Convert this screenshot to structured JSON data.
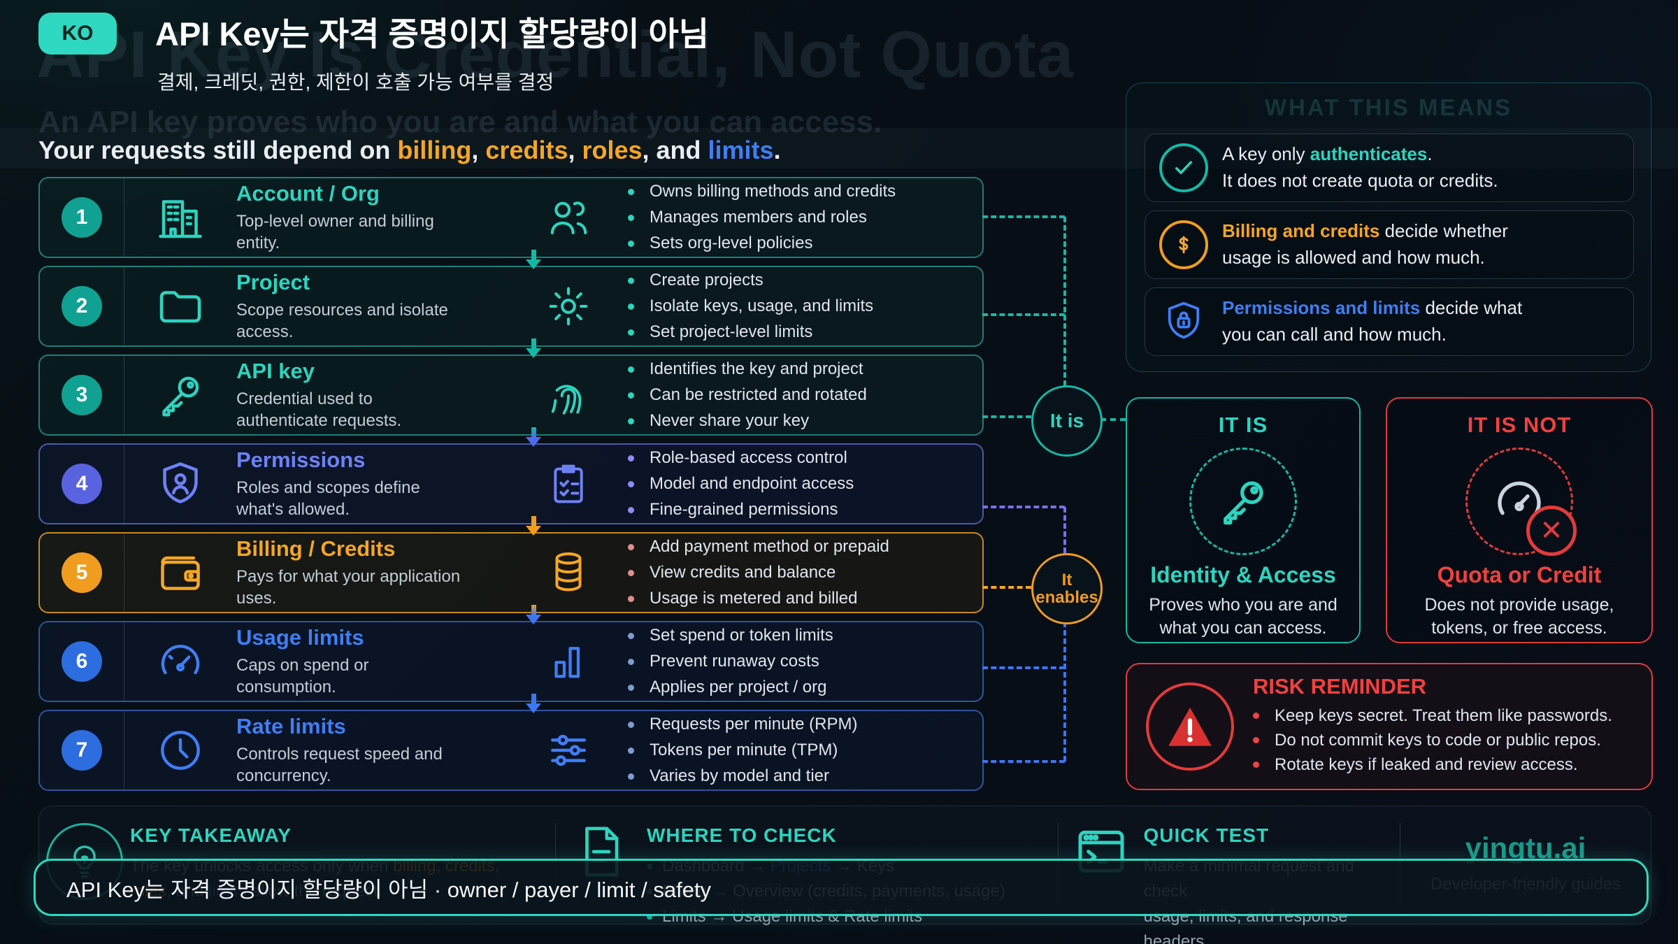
{
  "colors": {
    "teal": "#2dd4bf",
    "orange": "#f5a623",
    "blue": "#3f7ef5",
    "indigo": "#6e82f5",
    "red": "#f0413f"
  },
  "header": {
    "badge": "KO",
    "title": "API Key는 자격 증명이지 할당량이 아님",
    "subtitle": "결제, 크레딧, 권한, 제한이 호출 가능 여부를 결정",
    "ghost_title": "API Key Is Credential, Not Quota",
    "ghost_subtitle": "An API key proves who you are and what you can access.",
    "tagline": {
      "prefix": "Your requests still depend on ",
      "billing": "billing",
      "sep1": ", ",
      "credits": "credits",
      "sep2": ", ",
      "roles": "roles",
      "sep3": ", and ",
      "limits": "limits",
      "period": "."
    }
  },
  "rows": [
    {
      "num": "1",
      "title": "Account / Org",
      "desc": "Top-level owner and billing entity.",
      "icon_left": "building-icon",
      "icon_right": "users-icon",
      "bullets": [
        "Owns billing methods and credits",
        "Manages members and roles",
        "Sets org-level policies"
      ]
    },
    {
      "num": "2",
      "title": "Project",
      "desc": "Scope resources and isolate access.",
      "icon_left": "folder-icon",
      "icon_right": "gear-icon",
      "bullets": [
        "Create projects",
        "Isolate keys, usage, and limits",
        "Set project-level limits"
      ]
    },
    {
      "num": "3",
      "title": "API key",
      "desc": "Credential used to authenticate requests.",
      "icon_left": "key-icon",
      "icon_right": "fingerprint-icon",
      "bullets": [
        "Identifies the key and project",
        "Can be restricted and rotated",
        "Never share your key"
      ]
    },
    {
      "num": "4",
      "title": "Permissions",
      "desc": "Roles and scopes define what's allowed.",
      "icon_left": "shield-user-icon",
      "icon_right": "checklist-icon",
      "bullets": [
        "Role-based access control",
        "Model and endpoint access",
        "Fine-grained permissions"
      ]
    },
    {
      "num": "5",
      "title": "Billing / Credits",
      "desc": "Pays for what your application uses.",
      "icon_left": "wallet-icon",
      "icon_right": "coins-icon",
      "bullets": [
        "Add payment method or prepaid",
        "View credits and balance",
        "Usage is metered and billed"
      ]
    },
    {
      "num": "6",
      "title": "Usage limits",
      "desc": "Caps on spend or consumption.",
      "icon_left": "gauge-icon",
      "icon_right": "bar-chart-icon",
      "bullets": [
        "Set spend or token limits",
        "Prevent runaway costs",
        "Applies per project / org"
      ]
    },
    {
      "num": "7",
      "title": "Rate limits",
      "desc": "Controls request speed and concurrency.",
      "icon_left": "clock-icon",
      "icon_right": "sliders-icon",
      "bullets": [
        "Requests per minute (RPM)",
        "Tokens per minute (TPM)",
        "Varies by model and tier"
      ]
    }
  ],
  "connectors": {
    "it_is": "It is",
    "it_enables_line1": "It",
    "it_enables_line2": "enables"
  },
  "what_this_means": {
    "heading": "WHAT THIS MEANS",
    "cards": [
      {
        "icon": "check-circle-icon",
        "pre": "A key only ",
        "em": "authenticates",
        "post": ".",
        "line2": "It does not create quota or credits."
      },
      {
        "icon": "dollar-circle-icon",
        "pre": "",
        "em": "Billing and credits",
        "post": " decide whether",
        "line2": "usage is allowed and how much."
      },
      {
        "icon": "shield-lock-icon",
        "pre": "",
        "em": "Permissions and limits",
        "post": " decide what",
        "line2": "you can call and how much."
      }
    ]
  },
  "it_is_panel": {
    "heading": "IT IS",
    "icon": "key-icon",
    "title": "Identity & Access",
    "desc": "Proves who you are and what you can access."
  },
  "it_is_not_panel": {
    "heading": "IT IS NOT",
    "icon": "gauge-x-icon",
    "x_glyph": "✕",
    "title": "Quota or Credit",
    "desc": "Does not provide usage, tokens, or free access."
  },
  "risk": {
    "heading": "RISK REMINDER",
    "icon": "warning-icon",
    "bullets": [
      "Keep keys secret. Treat them like passwords.",
      "Do not commit keys to code or public repos.",
      "Rotate keys if leaked and review access."
    ]
  },
  "footer": {
    "takeaway": {
      "heading": "KEY TAKEAWAY",
      "icon": "bulb-icon",
      "line1_pre": "The key unlocks access only when ",
      "billing": "billing",
      "sep1": ", ",
      "credits": "credits",
      "sep2": ",",
      "roles": "roles",
      "mid": ", and ",
      "limits": "limits",
      "line2_post": " allow the request."
    },
    "where": {
      "heading": "WHERE TO CHECK",
      "icon": "document-icon",
      "b1_pre": "Dashboard → ",
      "b1_em": "Projects",
      "b1_post": " → Keys",
      "b2": "Billing → Overview (credits, payments, usage)",
      "b3": "Limits → Usage limits & Rate limits"
    },
    "quick": {
      "heading": "QUICK TEST",
      "icon": "terminal-icon",
      "line1": "Make a minimal request and check",
      "line2": "usage, limits, and response headers."
    },
    "brand": {
      "name": "yingtu.ai",
      "tagline": "Developer-friendly guides"
    }
  },
  "overlay": {
    "text": "API Key는 자격 증명이지 할당량이 아님 · owner / payer / limit / safety"
  }
}
